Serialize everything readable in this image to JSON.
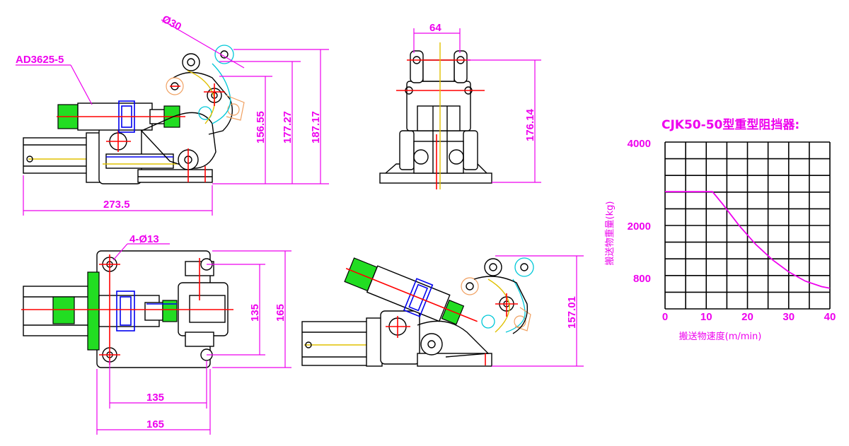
{
  "part_label": "AD3625-5",
  "dimensions": {
    "dia_30": "Ø30",
    "h_156": "156.55",
    "h_177": "177.27",
    "h_187": "187.17",
    "len_273": "273.5",
    "w_64": "64",
    "h_176": "176.14",
    "holes": "4-Ø13",
    "top_135_v": "135",
    "top_165_v": "165",
    "top_135_h": "135",
    "top_165_h": "165",
    "h_157": "157.01"
  },
  "colors": {
    "dimension": "#ee00ee",
    "centerline": "#ff0000",
    "cylinder": "#22dd22",
    "nut": "#0000ee"
  },
  "chart_data": {
    "type": "line",
    "title": "CJK50-50型重型阻挡器:",
    "xlabel": "搬送物速度(m/min)",
    "ylabel": "搬送物重量(kg)",
    "x_ticks": [
      "0",
      "10",
      "20",
      "30",
      "40"
    ],
    "y_ticks": [
      "4000",
      "2000",
      "800"
    ],
    "xlim": [
      0,
      40
    ],
    "grid": true,
    "series": [
      {
        "x": [
          0,
          11.5,
          14,
          18,
          22,
          26,
          30,
          34,
          38,
          40
        ],
        "y": [
          2800,
          2800,
          2500,
          1980,
          1550,
          1200,
          920,
          700,
          560,
          520
        ]
      }
    ]
  }
}
